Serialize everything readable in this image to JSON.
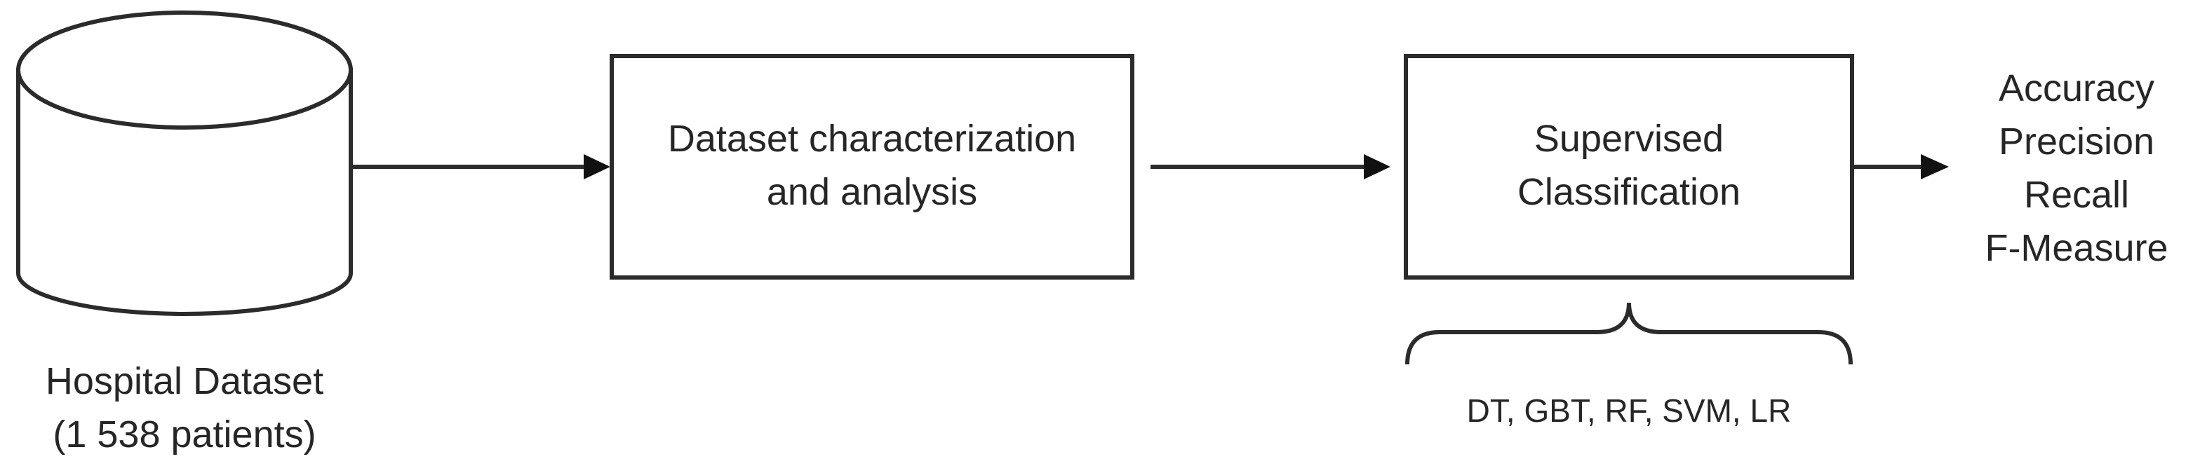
{
  "diagram": {
    "source": {
      "label_line1": "Hospital Dataset",
      "label_line2": "(1 538 patients)"
    },
    "step1": {
      "line1": "Dataset characterization",
      "line2": "and analysis"
    },
    "step2": {
      "line1": "Supervised",
      "line2": "Classification"
    },
    "algorithms": "DT, GBT, RF, SVM, LR",
    "metrics": [
      "Accuracy",
      "Precision",
      "Recall",
      "F-Measure"
    ]
  }
}
